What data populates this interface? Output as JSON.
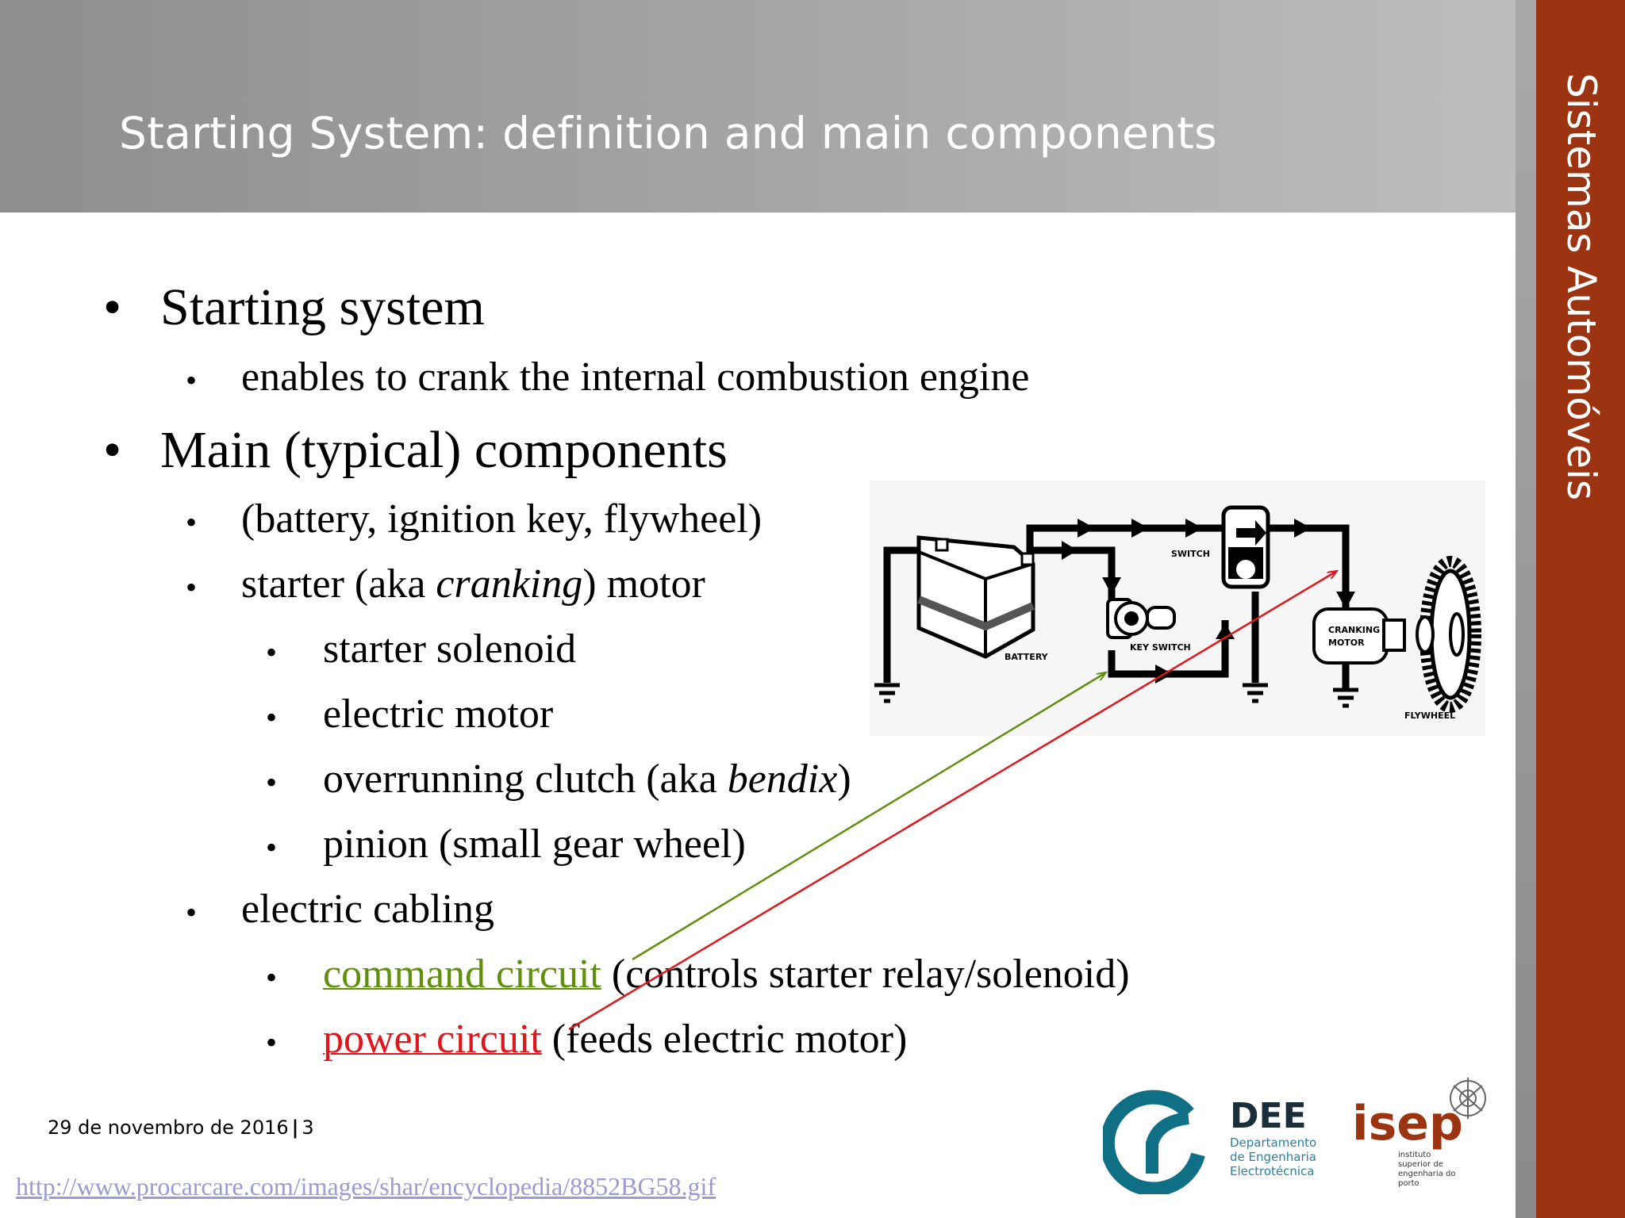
{
  "slide": {
    "title": "Starting System: definition and main components",
    "side_label": "Sistemas Automóveis"
  },
  "bullets": {
    "b1": "Starting system",
    "b1_1": "enables to crank the internal combustion engine",
    "b2": "Main (typical) components",
    "b2_1": "(battery, ignition key, flywheel)",
    "b2_2_pre": "starter (aka ",
    "b2_2_em": "cranking",
    "b2_2_post": ") motor",
    "b2_2_1": "starter solenoid",
    "b2_2_2": "electric motor",
    "b2_2_3_pre": "overrunning clutch (aka ",
    "b2_2_3_em": "bendix",
    "b2_2_3_post": ")",
    "b2_2_4": "pinion (small gear wheel)",
    "b2_3": "electric cabling",
    "b2_3_1_link": "command circuit",
    "b2_3_1_rest": " (controls starter relay/solenoid)",
    "b2_3_2_link": "power circuit",
    "b2_3_2_rest": " (feeds electric motor)"
  },
  "diagram": {
    "switch": "SWITCH",
    "key_switch": "KEY SWITCH",
    "battery": "BATTERY",
    "cranking": "CRANKING",
    "motor": "MOTOR",
    "flywheel": "FLYWHEEL"
  },
  "footer": {
    "date": "29 de novembro de 2016",
    "separator": "|",
    "page": "3",
    "source_url": "http://www.procarcare.com/images/shar/encyclopedia/8852BG58.gif"
  },
  "logos": {
    "dee_abbr": "DEE",
    "dee_line1": "Departamento",
    "dee_line2": "de Engenharia",
    "dee_line3": "Electrotécnica",
    "isep_name": "isep",
    "isep_line1": "instituto",
    "isep_line2": "superior de",
    "isep_line3": "engenharia do",
    "isep_line4": "porto"
  },
  "colors": {
    "header_gray": "#9e9e9e",
    "side_band": "#9c3412",
    "command_green": "#5f8f0c",
    "power_red": "#e0161c",
    "link_lavender": "#9b9bd2",
    "dee_teal": "#0f6f84",
    "isep_brown": "#9c3412"
  }
}
